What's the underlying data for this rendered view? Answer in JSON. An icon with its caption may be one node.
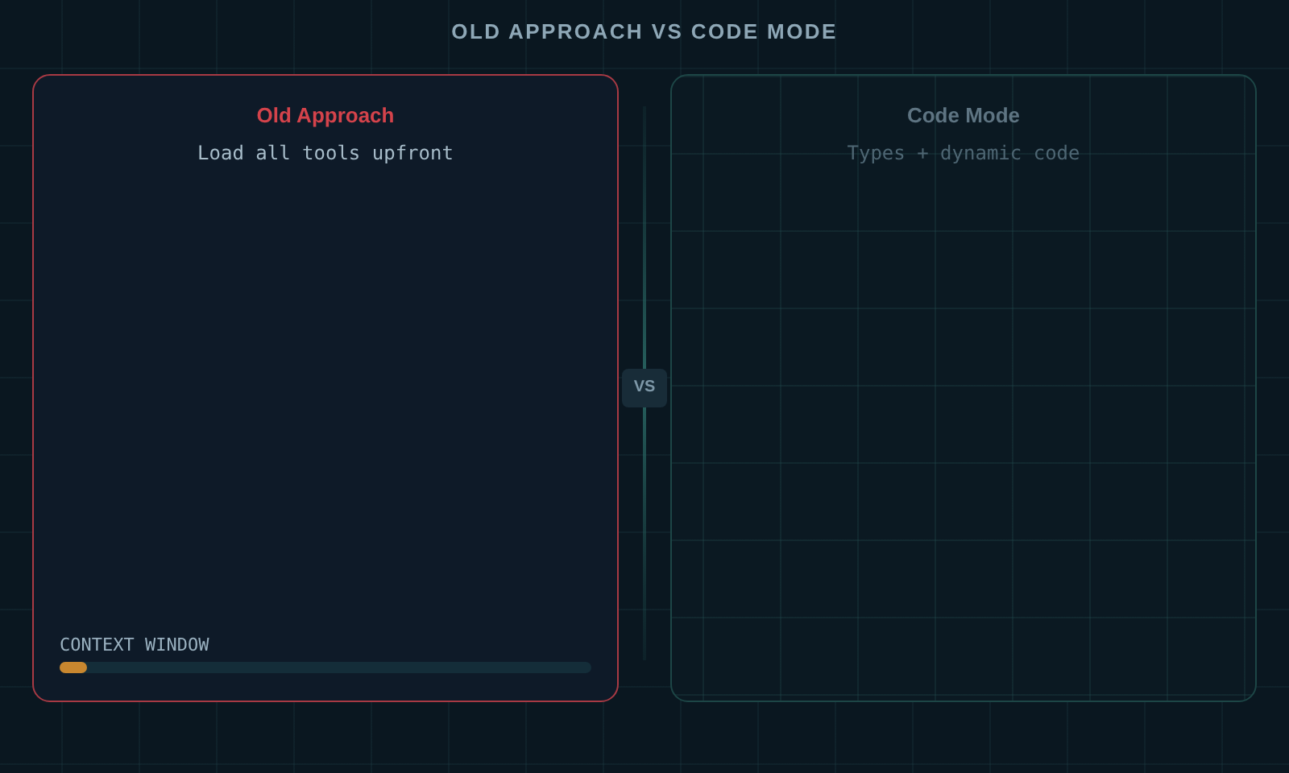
{
  "diagram": {
    "title": "OLD APPROACH VS CODE MODE",
    "nodes": [
      {
        "text": [
          "Old Approach",
          "Load all tools upfront"
        ]
      },
      {
        "text": [
          "VS"
        ]
      },
      {
        "text": [
          "Code Mode",
          "Types + dynamic code"
        ]
      }
    ],
    "labels": [
      "CONTEXT WINDOW"
    ]
  }
}
